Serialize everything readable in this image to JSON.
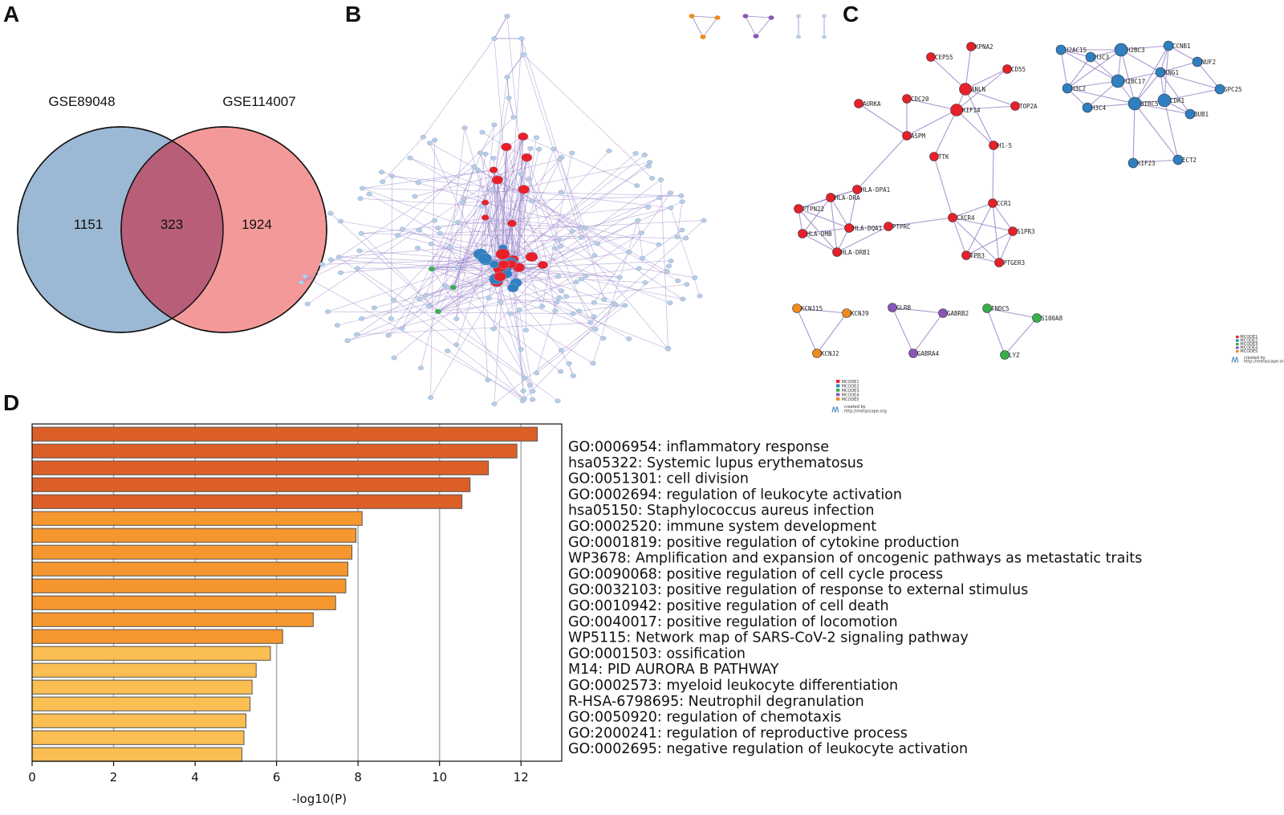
{
  "panels": {
    "a": "A",
    "b": "B",
    "c": "C",
    "d": "D"
  },
  "venn": {
    "set_left": "GSE89048",
    "set_right": "GSE114007",
    "only_left": "1151",
    "overlap": "323",
    "only_right": "1924",
    "colors": {
      "left": "#9bb8d4",
      "right": "#f4999a",
      "overlap": "#b85e78"
    }
  },
  "network_c": {
    "mcode1": {
      "color": "#e8202a",
      "labels": [
        "KPNA2",
        "CEP55",
        "CD55",
        "CDC20",
        "ANLN",
        "AURKA",
        "KIF14",
        "TOP2A",
        "ASPM",
        "TTK",
        "H1-5",
        "HLA-DPA1",
        "HLA-DRA",
        "PTPN22",
        "HLA-DQA1",
        "PTPRC",
        "HLA-DMB",
        "HLA-DRB1",
        "CXCR4",
        "CCR1",
        "S1PR3",
        "FPR3",
        "PTGER3"
      ]
    },
    "mcode2": {
      "color": "#2f7fc1",
      "labels": [
        "H2AC15",
        "H3C3",
        "H2BC3",
        "CCNB1",
        "NUF2",
        "H3C2",
        "H2BC17",
        "KNG1",
        "SPC25",
        "H3C4",
        "BIRC5",
        "CDK1",
        "BUB1",
        "KIF23",
        "ECT2"
      ]
    },
    "mcode3": {
      "color": "#f08a1c",
      "labels": [
        "KCNJ15",
        "KCNJ9",
        "KCNJ2"
      ]
    },
    "mcode4": {
      "color": "#8a55b8",
      "labels": [
        "GLRB",
        "GABRB2",
        "GABRA4"
      ]
    },
    "mcode5": {
      "color": "#36b04a",
      "labels": [
        "FNDC5",
        "S100A8",
        "LYZ"
      ]
    },
    "legend": [
      "MCODE1",
      "MCODE2",
      "MCODE3",
      "MCODE4",
      "MCODE5"
    ],
    "credit_line1": "created by",
    "credit_line2": "http://metascape.org"
  },
  "chart_data": {
    "type": "bar",
    "orientation": "horizontal",
    "categories": [
      "GO:0006954: inflammatory response",
      "hsa05322: Systemic lupus erythematosus",
      "GO:0051301: cell division",
      "GO:0002694: regulation of leukocyte activation",
      "hsa05150: Staphylococcus aureus infection",
      "GO:0002520: immune system development",
      "GO:0001819: positive regulation of cytokine production",
      "WP3678: Amplification and expansion of oncogenic pathways as metastatic traits",
      "GO:0090068: positive regulation of cell cycle process",
      "GO:0032103: positive regulation of response to external stimulus",
      "GO:0010942: positive regulation of cell death",
      "GO:0040017: positive regulation of locomotion",
      "WP5115: Network map of SARS-CoV-2 signaling pathway",
      "GO:0001503: ossification",
      "M14: PID AURORA B PATHWAY",
      "GO:0002573: myeloid leukocyte differentiation",
      "R-HSA-6798695: Neutrophil degranulation",
      "GO:0050920: regulation of chemotaxis",
      "GO:2000241: regulation of reproductive process",
      "GO:0002695: negative regulation of leukocyte activation"
    ],
    "values": [
      12.4,
      11.9,
      11.2,
      10.75,
      10.55,
      8.1,
      7.95,
      7.85,
      7.75,
      7.7,
      7.45,
      6.9,
      6.15,
      5.85,
      5.5,
      5.4,
      5.35,
      5.25,
      5.2,
      5.15
    ],
    "bar_colors": [
      "#dd5f28",
      "#dd5f28",
      "#dd5f28",
      "#dd5f28",
      "#dd5f28",
      "#f6962e",
      "#f6962e",
      "#f6962e",
      "#f6962e",
      "#f6962e",
      "#f6962e",
      "#f6962e",
      "#f6962e",
      "#fbbe52",
      "#fbbe52",
      "#fbbe52",
      "#fbbe52",
      "#fbbe52",
      "#fbbe52",
      "#fbbe52"
    ],
    "xlabel": "-log10(P)",
    "ylabel": "",
    "title": "",
    "xlim": [
      0,
      13
    ],
    "xticks": [
      0,
      2,
      4,
      6,
      8,
      10,
      12
    ],
    "grid": "vertical"
  }
}
